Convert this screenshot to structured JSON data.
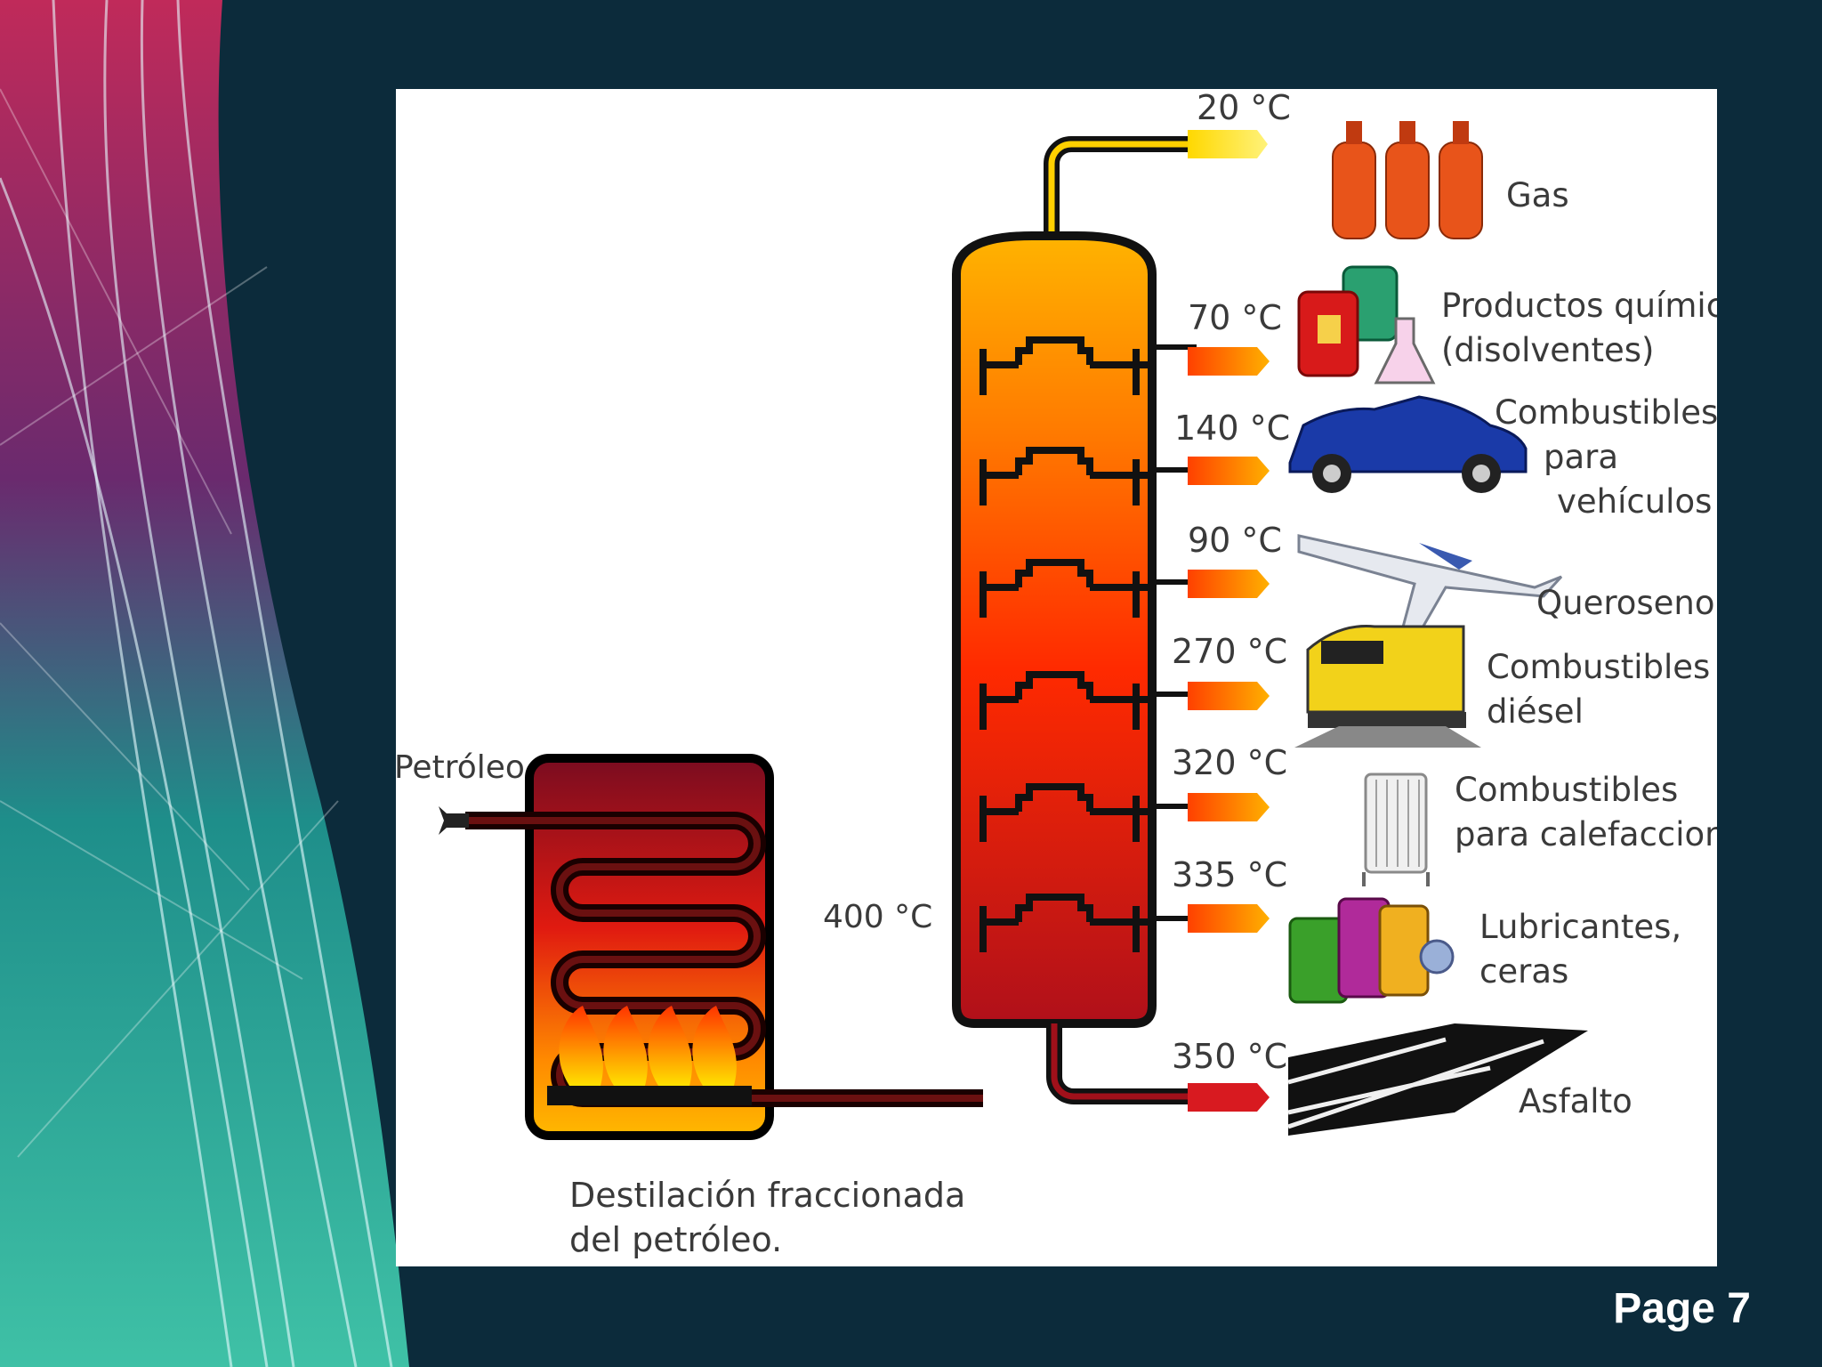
{
  "slide": {
    "page_label": "Page 7"
  },
  "diagram": {
    "input_label": "Petróleo",
    "furnace_outlet_temp": "400 °C",
    "caption_line1": "Destilación fraccionada",
    "caption_line2": "del petróleo.",
    "fractions": [
      {
        "temp": "20 °C",
        "product_lines": [
          "Gas"
        ],
        "icon": "gas-cylinders-icon"
      },
      {
        "temp": "70 °C",
        "product_lines": [
          "Productos químicos",
          "(disolventes)"
        ],
        "icon": "chemical-drums-icon"
      },
      {
        "temp": "140 °C",
        "product_lines": [
          "Combustibles",
          "para",
          "vehículos"
        ],
        "icon": "car-icon"
      },
      {
        "temp": "90 °C",
        "product_lines": [
          "Queroseno"
        ],
        "icon": "airplane-icon"
      },
      {
        "temp": "270 °C",
        "product_lines": [
          "Combustibles",
          "diésel"
        ],
        "icon": "locomotive-icon"
      },
      {
        "temp": "320 °C",
        "product_lines": [
          "Combustibles",
          "para calefacciones"
        ],
        "icon": "radiator-icon"
      },
      {
        "temp": "335 °C",
        "product_lines": [
          "Lubricantes,",
          "ceras"
        ],
        "icon": "lubricant-bottles-icon"
      },
      {
        "temp": "350 °C",
        "product_lines": [
          "Asfalto"
        ],
        "icon": "asphalt-road-icon"
      }
    ]
  }
}
